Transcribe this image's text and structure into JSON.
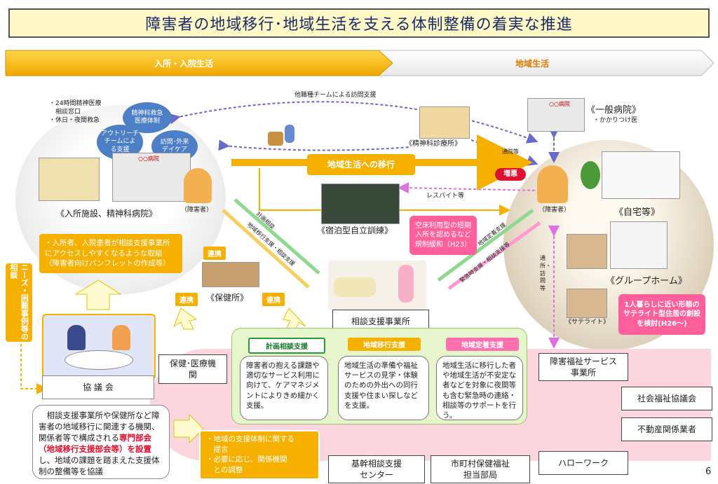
{
  "title": "障害者の地域移行･地域生活を支える体制整備の着実な推進",
  "phase": {
    "left": "入所・入院生活",
    "right": "地域生活"
  },
  "left": {
    "services_note": [
      "・24時間精神医療",
      "　相談窓口",
      "・休日・夜間救急"
    ],
    "circles": [
      "精神科救急\n医療体制",
      "アウトリーチ\nチームによ\nる支援",
      "訪問･外来\nデイケア"
    ],
    "facility_label": "《入所施設、精神科病院》",
    "person_label": "（障害者）",
    "hospital_sign": "○○病院",
    "pamphlet_text": "・入所者、入院患者が相談支援事業所にアクセスしやすくなるような取組（障害者向けパンフレットの作成等）",
    "needs_label": "ニーズ・困難事例等の相談"
  },
  "top_arrows": {
    "team_visit": "他職種チームによる訪問支援",
    "psych_clinic": "《精神科診療所》",
    "hospital_sign": "○○病院",
    "transition_label": "地域生活への移行",
    "respite": "レスパイト等",
    "increase": "増悪",
    "visit_small": "通院等"
  },
  "center": {
    "lodging_label": "《宿泊型自立訓練》",
    "short_stay": "空床利用型の短期入所を認めるなど規制緩和（H23）",
    "health_center": "《保健所》",
    "renkei": "連携",
    "sodan_jigyosho": "相談支援事業所",
    "arrow_texts": [
      "計画相談",
      "地域移行支援・相談支援",
      "地域定着支援",
      "緊急時支援・相談支援等"
    ]
  },
  "services": [
    {
      "head": "計画相談支援",
      "body": "障害者の抱える課題や適切なサービス利用に向けて、ケアマネジメントによりきめ細かく支援。"
    },
    {
      "head": "地域移行支援",
      "body": "地域生活の準備や福祉サービスの見学・体験のための外出への同行支援や住まい探しなどを支援。"
    },
    {
      "head": "地域定着支援",
      "body": "地域生活に移行した者や地域生活が不安定な者などを対象に夜間等も含む緊急時の連絡・相談等のサポートを行う。"
    }
  ],
  "right": {
    "general_hospital": "《一般病院》",
    "kakaritsuke": "・かかりつけ医",
    "person_label": "（障害者）",
    "home_label": "《自宅等》",
    "group_home": "《グループホーム》",
    "satellite": "《サテライト》",
    "satellite_note": "1人暮らしに近い形態のサテライト型住居の創設を検討(H26～)",
    "tsusho": "通所・訪問等",
    "fukushi_jigyosho": "障害福祉サービス\n事業所"
  },
  "bottom": {
    "hoken_iryo": "保健･医療機\n関",
    "kyogikai": "協 議 会",
    "kyogikai_desc_pre": "相談支援事業所や保健所など障害者の地域移行に関連する機関、関係者等で構成される",
    "kyogikai_desc_red": "専門部会（地域移行支援部会等）を設置",
    "kyogikai_desc_post": "し、地域の課題を踏まえた支援体制の整備等を協議",
    "orange_note": [
      "・地域の支援体制に関する",
      "　提言",
      "・必要に応じ、関係機関",
      "　との調整"
    ],
    "kikan_center": "基幹相談支援\nセンター",
    "shichoson": "市町村保健福祉\n担当部局",
    "hello_work": "ハローワーク",
    "shakai_fukushi": "社会福祉協議会",
    "fudosan": "不動産関係業者",
    "page_number": "6"
  },
  "colors": {
    "orange": "#f5b000",
    "blue": "#4c7fc6",
    "pink": "#ff5f9a",
    "green": "#9bc46a"
  }
}
